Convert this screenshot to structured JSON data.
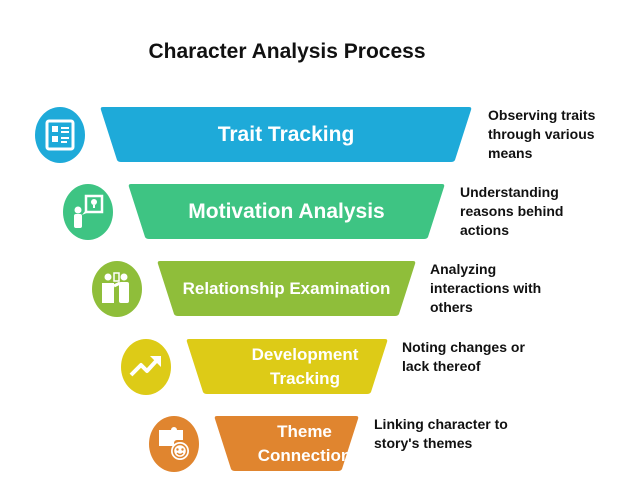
{
  "title": "Character Analysis Process",
  "stages": [
    {
      "label": "Trait Tracking",
      "description": "Observing traits through various means",
      "icon": "checklist-icon",
      "color": "#1EAAD9"
    },
    {
      "label": "Motivation Analysis",
      "description": "Understanding reasons behind actions",
      "icon": "person-idea-icon",
      "color": "#3EC483"
    },
    {
      "label": "Relationship Examination",
      "description": "Analyzing interactions with others",
      "icon": "people-meeting-icon",
      "color": "#8FBE3A"
    },
    {
      "label": "Development Tracking",
      "description": "Noting changes or lack thereof",
      "icon": "trend-up-icon",
      "color": "#DDCB17"
    },
    {
      "label": "Theme Connection",
      "description": "Linking character to story's themes",
      "icon": "puzzle-face-icon",
      "color": "#E0852F"
    }
  ]
}
